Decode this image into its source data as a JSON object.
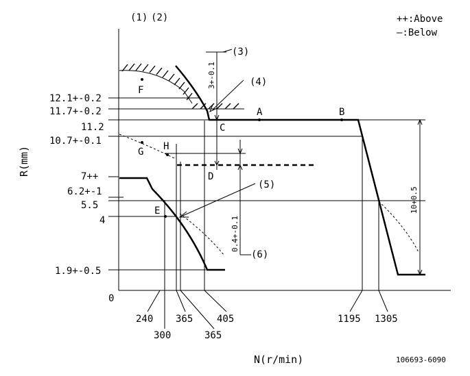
{
  "legend": {
    "above": "++:Above",
    "below": "—:Below"
  },
  "header_labels": {
    "ref1": "(1)",
    "ref2": "(2)"
  },
  "axes": {
    "ylabel": "R(mm)",
    "xlabel": "N(r/min)",
    "origin": "0"
  },
  "y_ticks": {
    "t1": "12.1+-0.2",
    "t2": "11.7+-0.2",
    "t3": "11.2",
    "t4": "10.7+-0.1",
    "t5": "7++",
    "t6": "6.2+-1",
    "t7": "5.5",
    "t8": "4",
    "t9": "1.9+-0.5"
  },
  "x_ticks": {
    "t240": "240",
    "t300": "300",
    "t365a": "365",
    "t365b": "365",
    "t405": "405",
    "t1195": "1195",
    "t1305": "1305"
  },
  "callouts": {
    "c3": "(3)",
    "c4": "(4)",
    "c5": "(5)",
    "c6": "(6)",
    "dim3": "3+-0.1",
    "dim04": "0.4+-0.1",
    "dim10": "10+0.5"
  },
  "points": {
    "A": "A",
    "B": "B",
    "C": "C",
    "D": "D",
    "E": "E",
    "F": "F",
    "G": "G",
    "H": "H"
  },
  "drawing_number": "106693-6090"
}
